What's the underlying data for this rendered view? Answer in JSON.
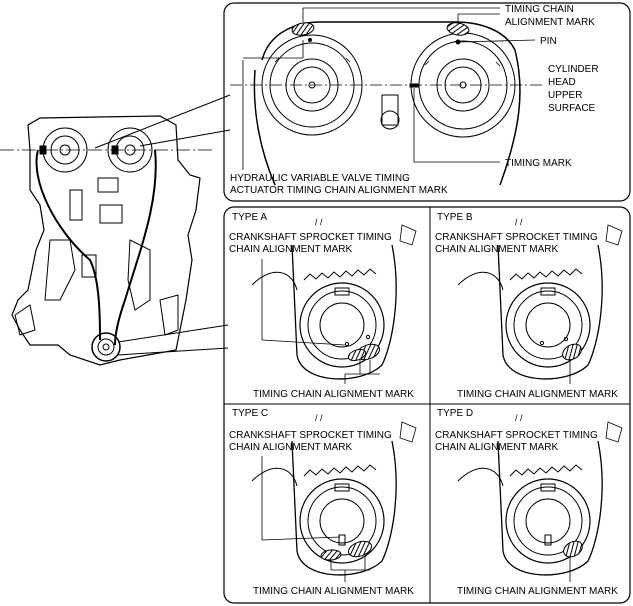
{
  "top_detail": {
    "timing_chain_alignment_mark_line1": "TIMING CHAIN",
    "timing_chain_alignment_mark_line2": "ALIGNMENT MARK",
    "pin": "PIN",
    "cylinder_head_line1": "CYLINDER",
    "cylinder_head_line2": "HEAD",
    "cylinder_head_line3": "UPPER",
    "cylinder_head_line4": "SURFACE",
    "timing_mark": "TIMING MARK",
    "actuator_mark_line1": "HYDRAULIC VARIABLE VALVE TIMING",
    "actuator_mark_line2": "ACTUATOR TIMING CHAIN ALIGNMENT MARK"
  },
  "types": [
    {
      "title": "TYPE A",
      "label_line1": "CRANKSHAFT SPROCKET TIMING",
      "label_line2": "CHAIN ALIGNMENT MARK",
      "bottom_label": "TIMING CHAIN ALIGNMENT MARK"
    },
    {
      "title": "TYPE B",
      "label_line1": "CRANKSHAFT SPROCKET TIMING",
      "label_line2": "CHAIN ALIGNMENT MARK",
      "bottom_label": "TIMING CHAIN ALIGNMENT MARK"
    },
    {
      "title": "TYPE C",
      "label_line1": "CRANKSHAFT SPROCKET TIMING",
      "label_line2": "CHAIN ALIGNMENT MARK",
      "bottom_label": "TIMING CHAIN ALIGNMENT MARK"
    },
    {
      "title": "TYPE D",
      "label_line1": "CRANKSHAFT SPROCKET TIMING",
      "label_line2": "CHAIN ALIGNMENT MARK",
      "bottom_label": "TIMING CHAIN ALIGNMENT MARK"
    }
  ]
}
